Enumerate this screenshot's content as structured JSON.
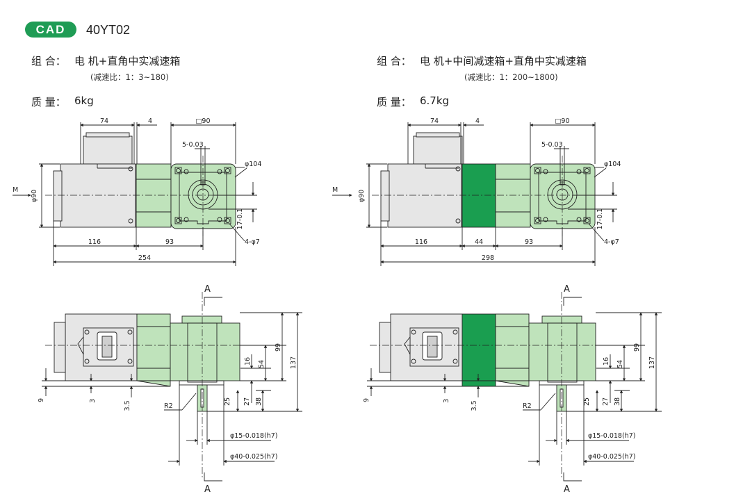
{
  "header": {
    "badge": "CAD",
    "model": "40YT02"
  },
  "left": {
    "combo_label": "组 合：",
    "combo_value": "电 机+直角中实减速箱",
    "ratio": "(减速比：1：3~180)",
    "mass_label": "质 量：",
    "mass_value": "6kg",
    "dims": {
      "d74": "74",
      "d4": "4",
      "sq90": "□90",
      "key5": "5-0.03",
      "d104": "φ104",
      "m": "M",
      "phi90": "φ90",
      "d17": "17-0.1",
      "holes": "4-φ7",
      "d116": "116",
      "d93": "93",
      "d254": "254",
      "secA": "A",
      "d9": "9",
      "d3": "3",
      "d35": "3.5",
      "r2": "R2",
      "d16": "16",
      "d54": "54",
      "d99": "99",
      "d137": "137",
      "d25": "25",
      "d27": "27",
      "d38": "38",
      "phi15": "φ15-0.018(h7)",
      "phi40": "φ40-0.025(h7)"
    }
  },
  "right": {
    "combo_label": "组 合：",
    "combo_value": "电 机+中间减速箱+直角中实减速箱",
    "ratio": "(减速比：1：200~1800)",
    "mass_label": "质 量：",
    "mass_value": "6.7kg",
    "dims": {
      "d74": "74",
      "d4": "4",
      "sq90": "□90",
      "key5": "5-0.03",
      "d104": "φ104",
      "m": "M",
      "phi90": "φ90",
      "d17": "17-0.1",
      "holes": "4-φ7",
      "d116": "116",
      "d44": "44",
      "d93": "93",
      "d298": "298",
      "secA": "A",
      "d9": "9",
      "d3": "3",
      "d35": "3.5",
      "r2": "R2",
      "d16": "16",
      "d54": "54",
      "d99": "99",
      "d137": "137",
      "d25": "25",
      "d27": "27",
      "d38": "38",
      "phi15": "φ15-0.018(h7)",
      "phi40": "φ40-0.025(h7)"
    }
  },
  "colors": {
    "badge": "#1f9c55",
    "gearbox": "#bfe3bb",
    "middle_gearbox": "#1a9e50",
    "motor": "#e6e6e6",
    "line": "#222222"
  }
}
